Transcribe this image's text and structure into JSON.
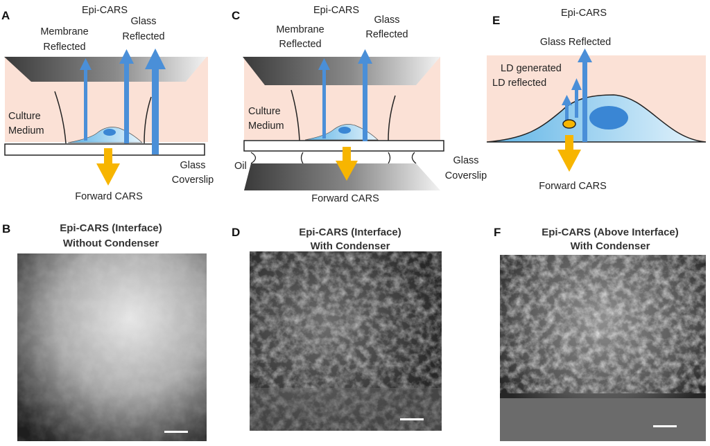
{
  "panels": {
    "A": {
      "label": "A",
      "epi": "Epi-CARS",
      "membrane": [
        "Membrane",
        "Reflected"
      ],
      "glass": [
        "Glass",
        "Reflected"
      ],
      "medium": [
        "Culture",
        "Medium"
      ],
      "coverslip": [
        "Glass",
        "Coverslip"
      ],
      "forward": "Forward CARS"
    },
    "C": {
      "label": "C",
      "epi": "Epi-CARS",
      "membrane": [
        "Membrane",
        "Reflected"
      ],
      "glass": [
        "Glass",
        "Reflected"
      ],
      "medium": [
        "Culture",
        "Medium"
      ],
      "oil": "Oil",
      "coverslip": [
        "Glass",
        "Coverslip"
      ],
      "forward": "Forward CARS"
    },
    "E": {
      "label": "E",
      "epi": "Epi-CARS",
      "glass": "Glass Reflected",
      "ld_generated": "LD generated",
      "ld_reflected": "LD reflected",
      "forward": "Forward CARS"
    },
    "B": {
      "label": "B",
      "title": [
        "Epi-CARS (Interface)",
        "Without Condenser"
      ]
    },
    "D": {
      "label": "D",
      "title": [
        "Epi-CARS (Interface)",
        "With Condenser"
      ]
    },
    "F": {
      "label": "F",
      "title": [
        "Epi-CARS (Above Interface)",
        "With Condenser"
      ]
    }
  },
  "colors": {
    "medium": "#fbe1d6",
    "beam": "#4a8fd8",
    "forward": "#f7b500",
    "cell": "#8fcbee"
  }
}
